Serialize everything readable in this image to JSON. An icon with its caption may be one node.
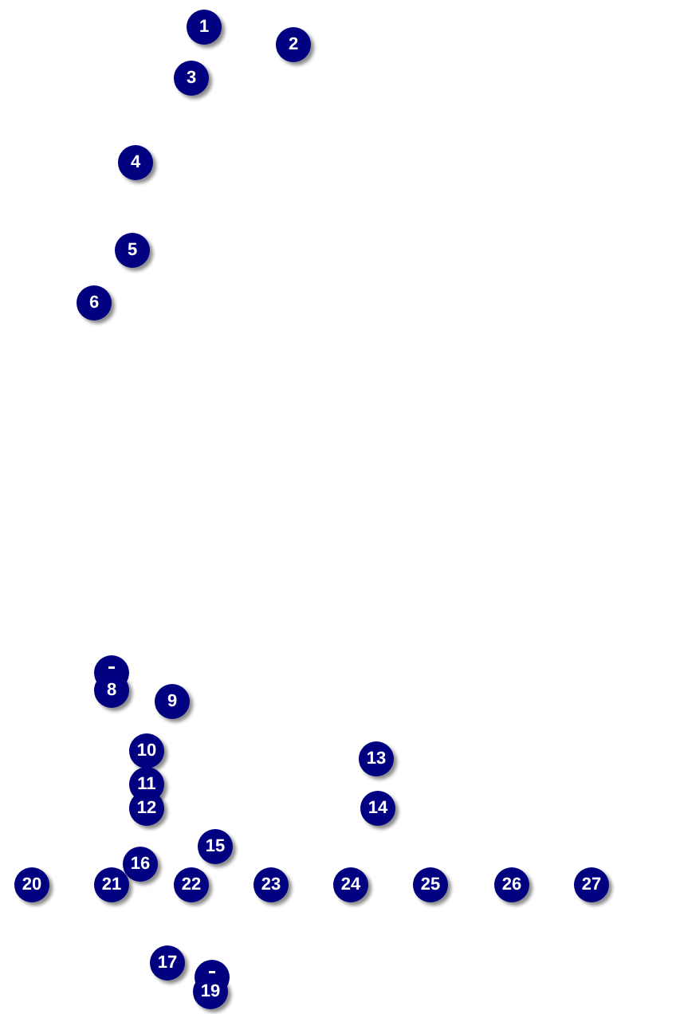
{
  "diagram": {
    "labels": [
      "1",
      "2",
      "3",
      "4",
      "5",
      "6",
      "8",
      "9",
      "10",
      "13",
      "11",
      "12",
      "14",
      "15",
      "16",
      "20",
      "21",
      "22",
      "23",
      "24",
      "25",
      "26",
      "27",
      "17",
      "19"
    ]
  }
}
